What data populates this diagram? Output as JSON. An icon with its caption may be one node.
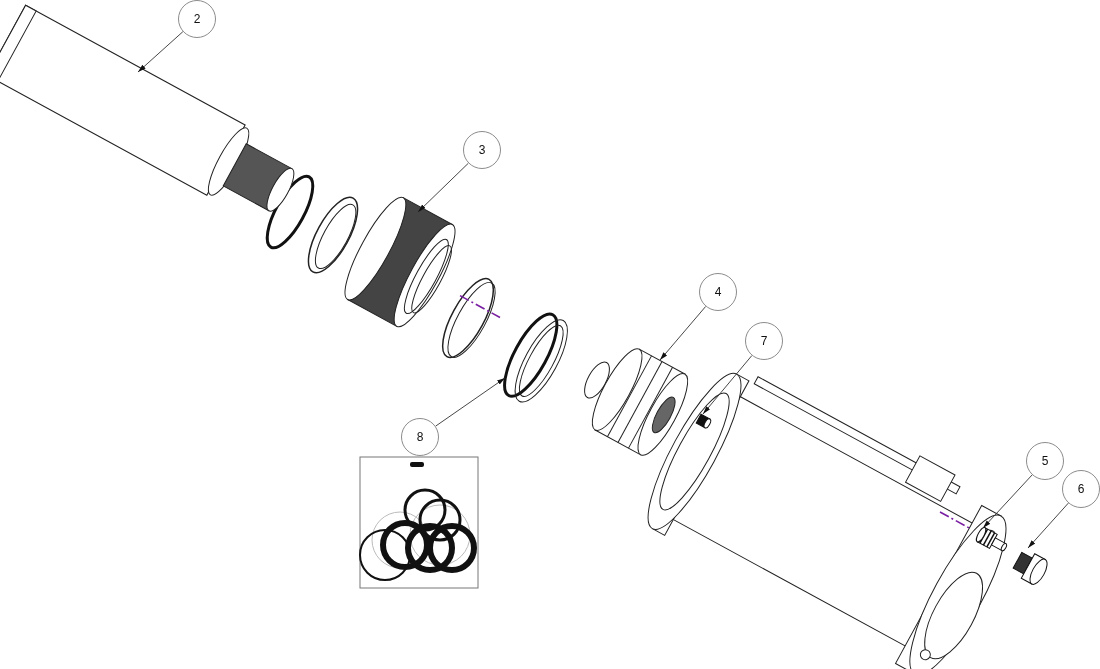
{
  "diagram": {
    "nodes": [
      {
        "text": [
          "2"
        ]
      },
      {
        "text": [
          "3"
        ]
      },
      {
        "text": [
          "4"
        ]
      },
      {
        "text": [
          "7"
        ]
      },
      {
        "text": [
          "8"
        ]
      },
      {
        "text": [
          "5"
        ]
      },
      {
        "text": [
          "6"
        ]
      },
      {
        "text": [],
        "shape": "picture"
      },
      {
        "text": [],
        "shape": "picture"
      },
      {
        "text": [],
        "shape": "picture"
      },
      {
        "text": [],
        "shape": "picture"
      },
      {
        "text": [],
        "shape": "picture"
      },
      {
        "text": [],
        "shape": "picture"
      },
      {
        "text": [],
        "shape": "picture"
      }
    ],
    "edges": [
      {
        "from": 0,
        "to": 7,
        "arrow": "to"
      },
      {
        "from": 1,
        "to": 8,
        "arrow": "to"
      },
      {
        "from": 2,
        "to": 9,
        "arrow": "to"
      },
      {
        "from": 3,
        "to": 10,
        "arrow": "to"
      },
      {
        "from": 4,
        "to": 11,
        "arrow": "to"
      },
      {
        "from": 5,
        "to": 12,
        "arrow": "to"
      },
      {
        "from": 6,
        "to": 13,
        "arrow": "to"
      }
    ]
  }
}
